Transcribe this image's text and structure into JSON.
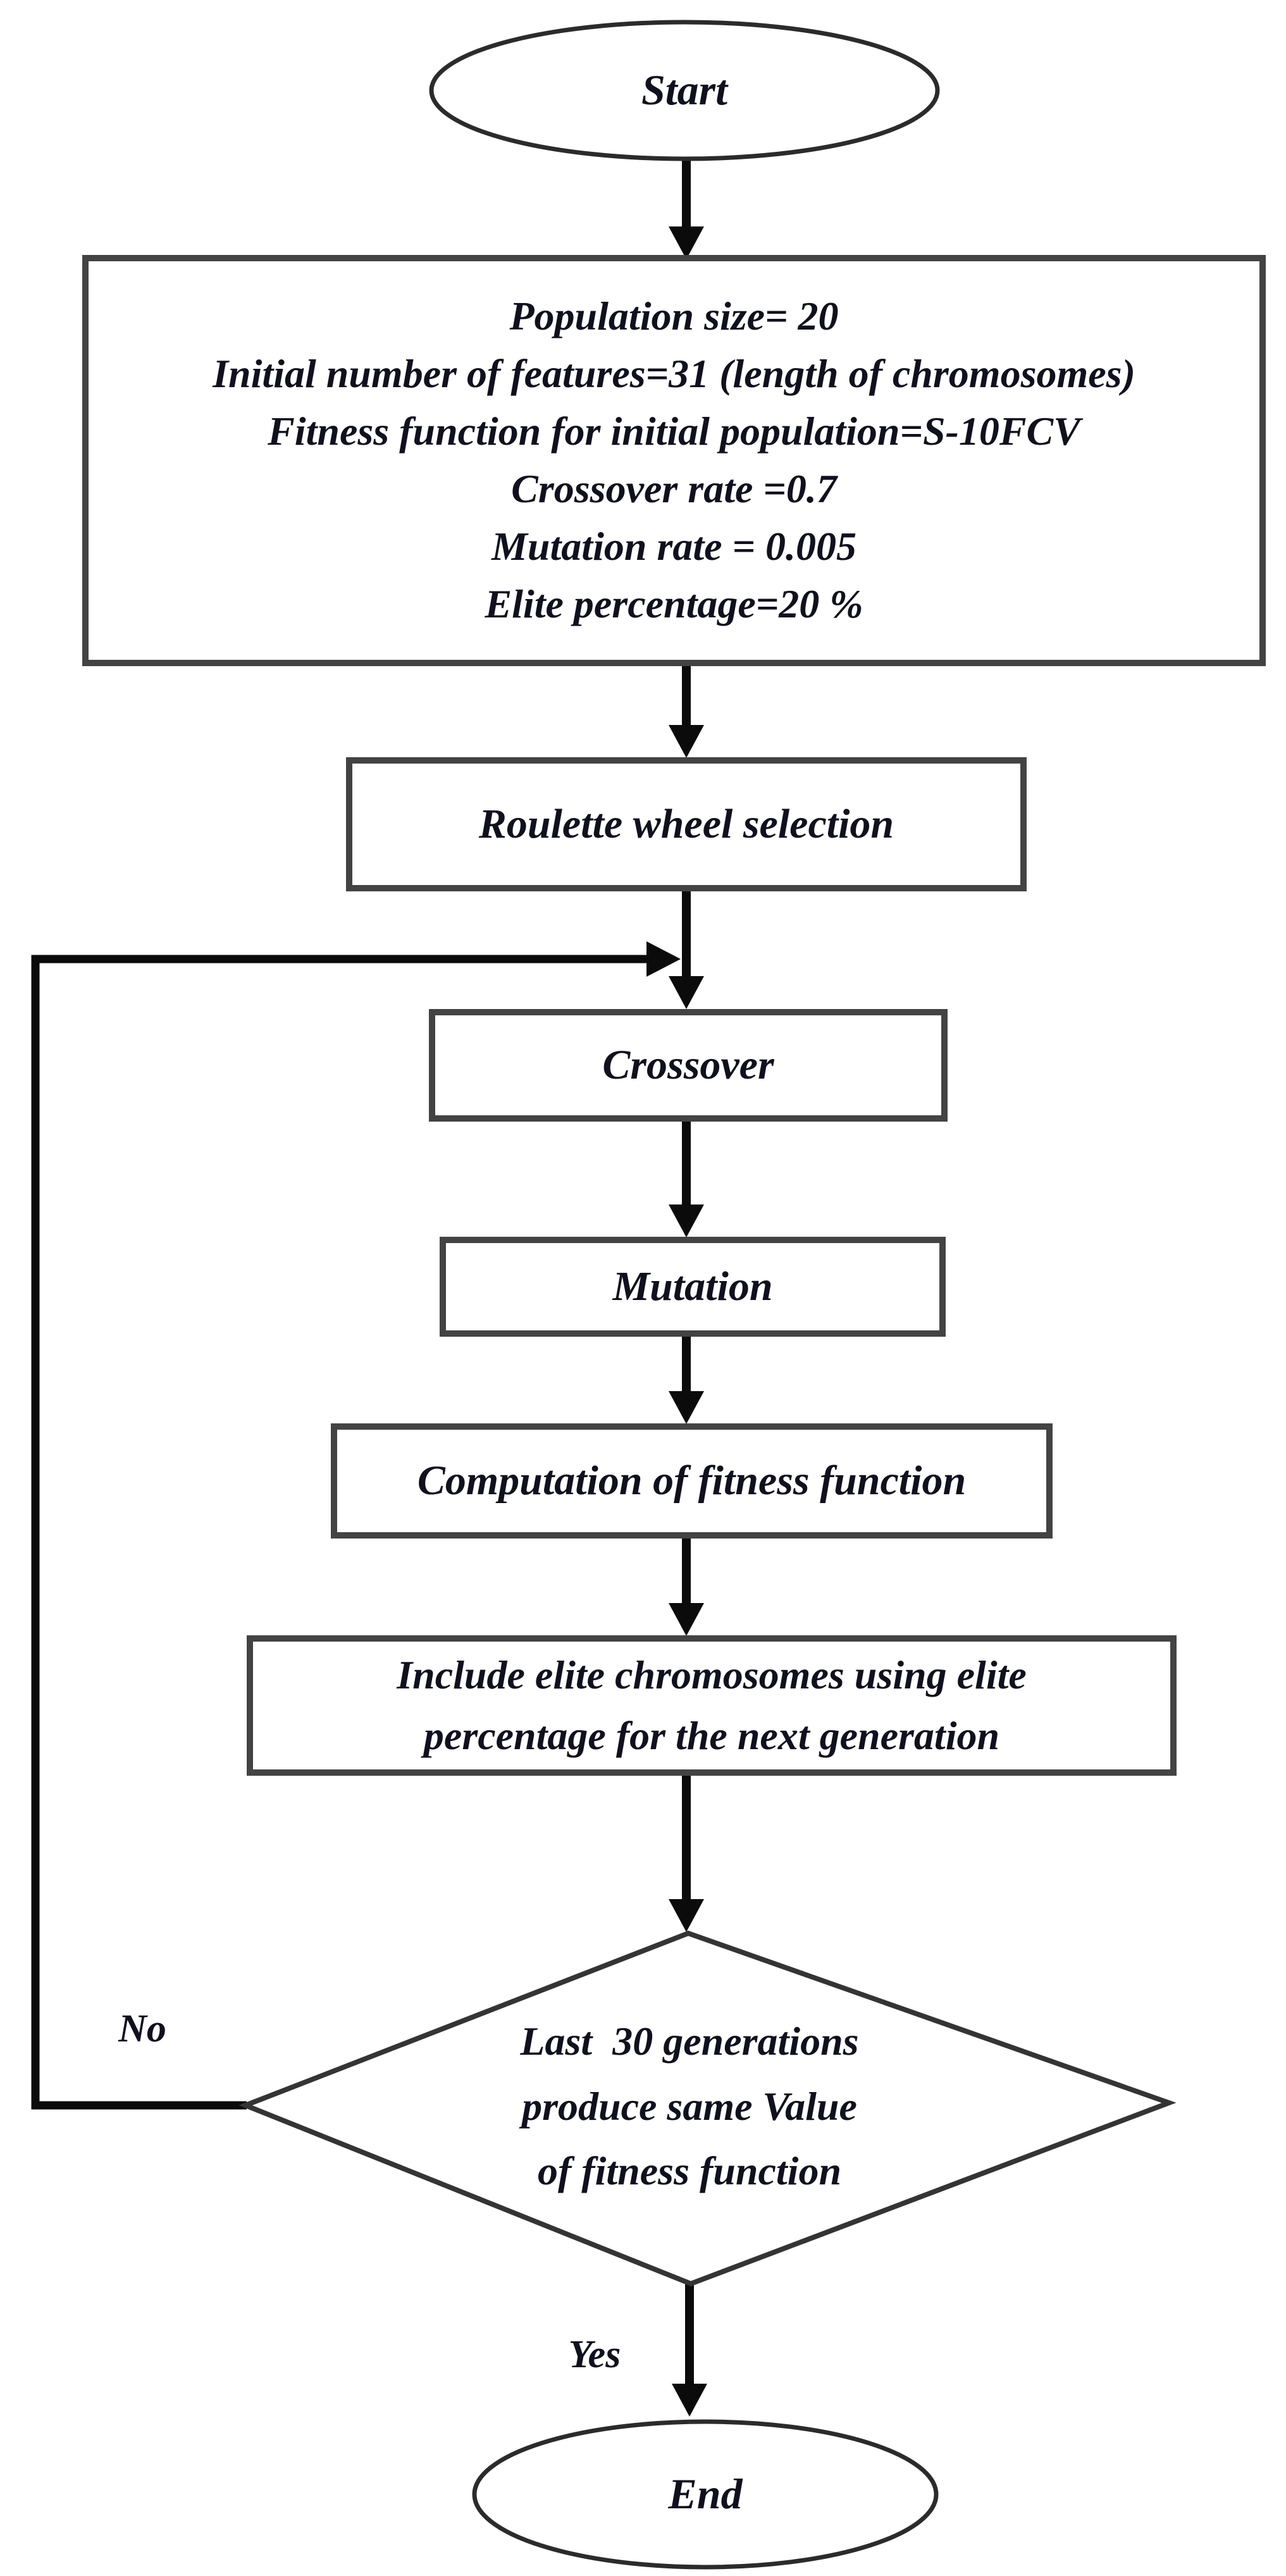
{
  "diagram": {
    "type": "flowchart",
    "topic": "genetic-algorithm-feature-selection",
    "colors": {
      "background": "#ffffff",
      "arrow_line": "#0b0b0b",
      "process_border": "#434343",
      "terminator_border": "#2b2b2b",
      "decision_border": "#343434",
      "text": "#10101e"
    },
    "nodes": {
      "start": "Start",
      "init": "Population size= 20\nInitial number of features=31 (length of chromosomes)\nFitness function for initial population=S-10FCV\nCrossover rate =0.7\nMutation rate = 0.005\nElite percentage=20 %",
      "selection": "Roulette wheel selection",
      "crossover": "Crossover",
      "mutation": "Mutation",
      "fitness": "Computation of fitness function",
      "elite": "Include elite chromosomes using elite\npercentage for the next generation",
      "decision": "Last  30 generations\nproduce same Value\nof fitness function",
      "end": "End"
    },
    "edge_labels": {
      "no": "No",
      "yes": "Yes"
    }
  }
}
